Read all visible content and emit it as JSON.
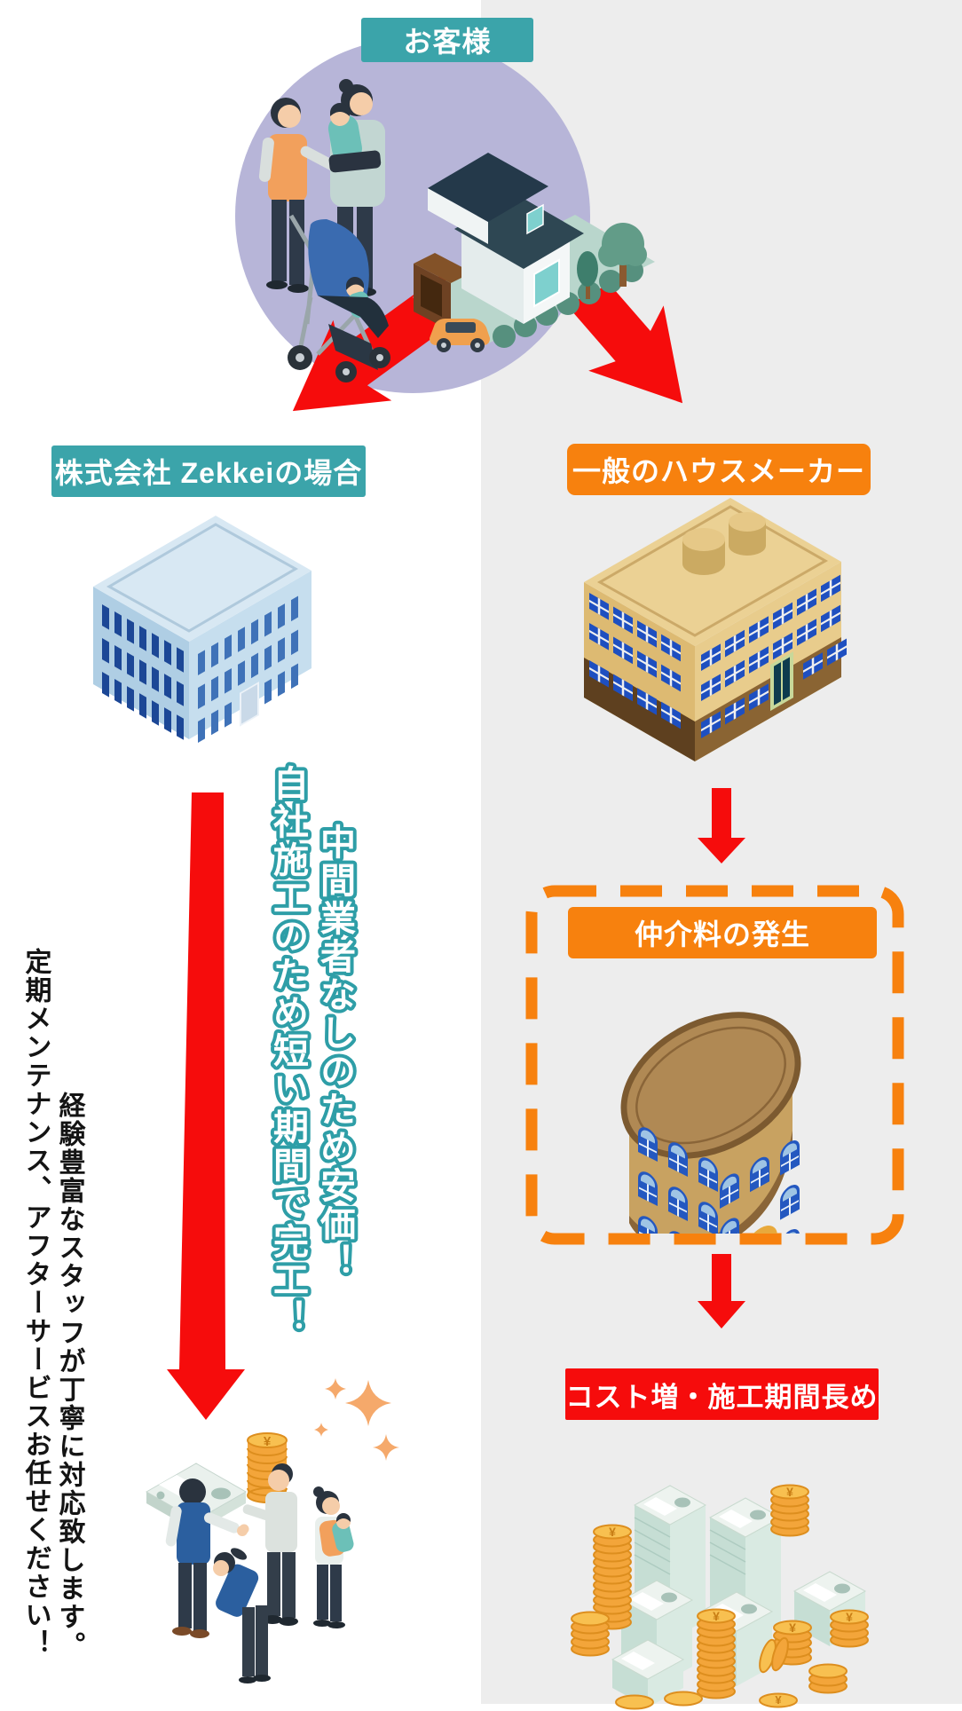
{
  "colors": {
    "teal": "#3BA4AA",
    "orange": "#F7810E",
    "red": "#F60C0C",
    "lavender_circle": "#B7B5D8",
    "bg_right": "#EDEDED",
    "text_outline_teal": "#2E9EA7"
  },
  "labels": {
    "customer": "お客様",
    "zekkei_case": "株式会社 Zekkeiの場合",
    "general_house_maker": "一般のハウスメーカー",
    "brokerage_fee": "仲介料の発生",
    "cost_increase": "コスト増・施工期間長め"
  },
  "vertical_texts": {
    "no_middleman": "中間業者なしのため安価！",
    "in_house": "自社施工のため短い期間で完工！",
    "experienced_staff": "経験豊富なスタッフが丁寧に対応致します。",
    "maintenance": "定期メンテナンス、アフターサービスお任せください！"
  },
  "symbols": {
    "yen": "¥"
  },
  "illustrations": {
    "customer_family": "family-with-stroller-and-house",
    "zekkei_building": "blue-office-building",
    "house_maker_building": "tan-office-building",
    "broker_building": "round-brown-building",
    "handshake_scene": "handshake-with-savings",
    "money_pile": "large-money-pile"
  }
}
